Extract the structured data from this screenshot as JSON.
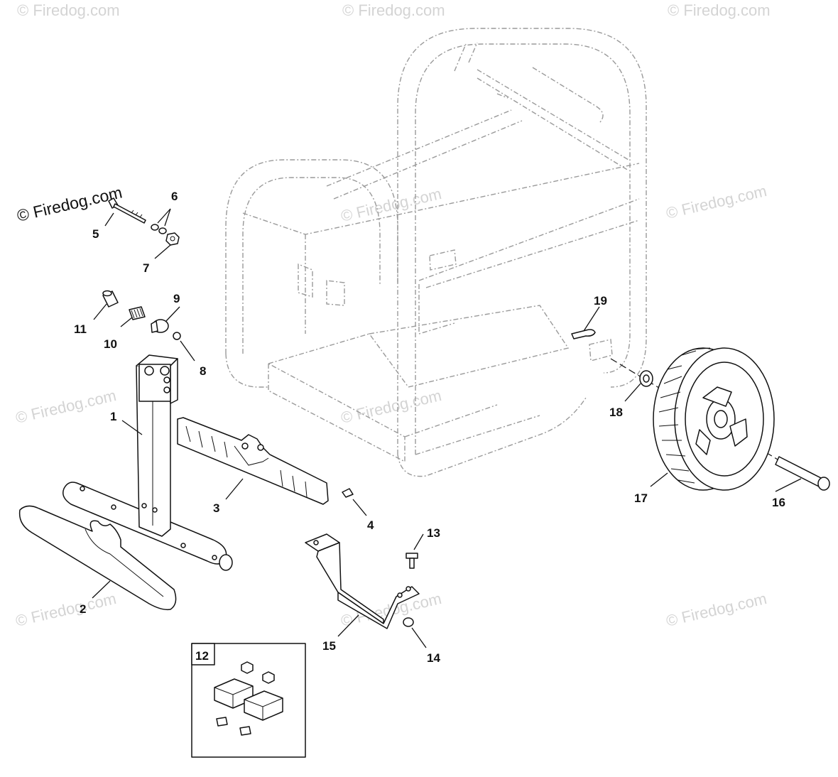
{
  "diagram": {
    "callouts": [
      {
        "id": "1",
        "text": "1"
      },
      {
        "id": "2",
        "text": "2"
      },
      {
        "id": "3",
        "text": "3"
      },
      {
        "id": "4",
        "text": "4"
      },
      {
        "id": "5",
        "text": "5"
      },
      {
        "id": "6",
        "text": "6"
      },
      {
        "id": "7",
        "text": "7"
      },
      {
        "id": "8",
        "text": "8"
      },
      {
        "id": "9",
        "text": "9"
      },
      {
        "id": "10",
        "text": "10"
      },
      {
        "id": "11",
        "text": "11"
      },
      {
        "id": "12",
        "text": "12"
      },
      {
        "id": "13",
        "text": "13"
      },
      {
        "id": "14",
        "text": "14"
      },
      {
        "id": "15",
        "text": "15"
      },
      {
        "id": "16",
        "text": "16"
      },
      {
        "id": "17",
        "text": "17"
      },
      {
        "id": "18",
        "text": "18"
      },
      {
        "id": "19",
        "text": "19"
      }
    ],
    "watermark_text": "© Firedog.com",
    "logo_text": "© Firedog.com",
    "colors": {
      "line": "#111111",
      "frame_phantom": "#9a9a9a",
      "watermark": "#d4d4d4",
      "background": "#ffffff"
    }
  }
}
